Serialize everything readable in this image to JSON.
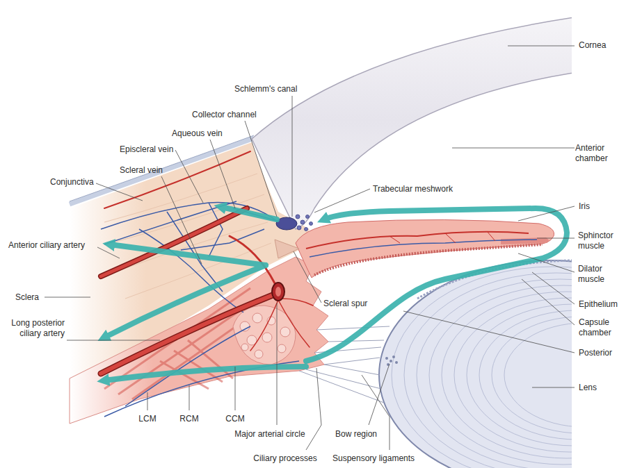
{
  "diagram": {
    "labels": [
      "Cornea",
      "Anterior chamber",
      "Iris",
      "Sphinctor muscle",
      "Dilator muscle",
      "Epithelium",
      "Capsule chamber",
      "Posterior",
      "Lens",
      "Bow region",
      "Suspensory ligaments",
      "Ciliary processes",
      "Major arterial circle",
      "CCM",
      "RCM",
      "LCM",
      "Long posterior ciliary artery",
      "Sclera",
      "Anterior ciliary artery",
      "Conjunctiva",
      "Scleral vein",
      "Episcleral vein",
      "Aqueous vein",
      "Collector channel",
      "Schlemm's canal",
      "Trabecular meshwork",
      "Scleral spur"
    ]
  }
}
